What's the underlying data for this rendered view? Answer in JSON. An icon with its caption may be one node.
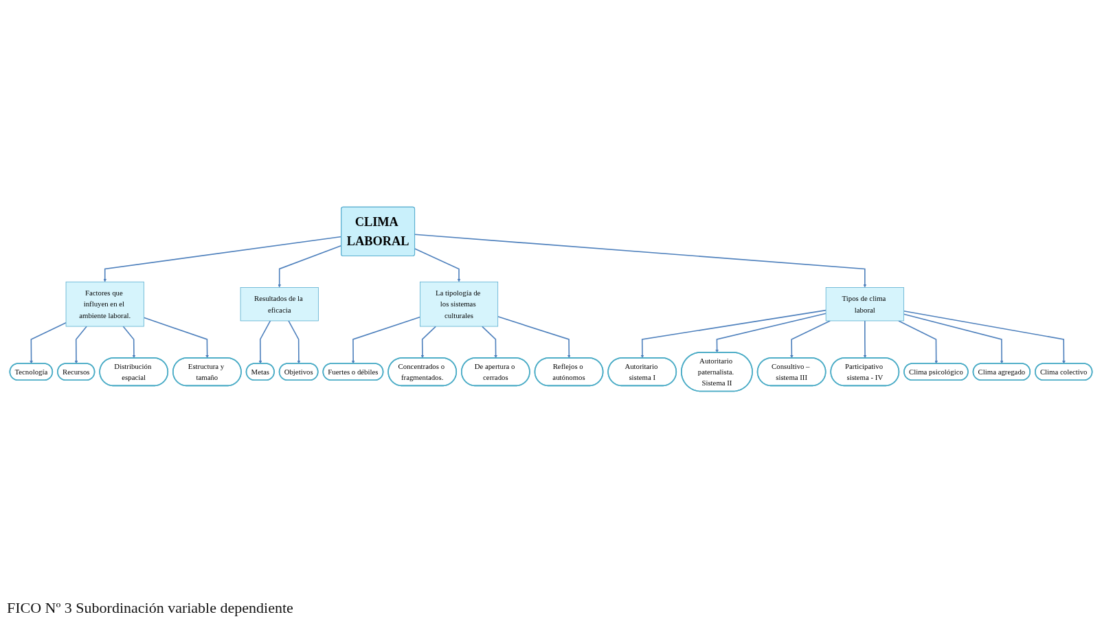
{
  "diagram": {
    "caption": "FICO Nº 3 Subordinación variable dependiente",
    "nodes": [
      {
        "text": [
          "CLIMA LABORAL"
        ]
      },
      {
        "text": [
          "Factores que influyen en el ambiente laboral."
        ]
      },
      {
        "text": [
          "Tecnología"
        ]
      },
      {
        "text": [
          "Recursos"
        ]
      },
      {
        "text": [
          "Distribución espacial"
        ]
      },
      {
        "text": [
          "Estructura y tamaño"
        ]
      },
      {
        "text": [
          "Resultados de la eficacia"
        ]
      },
      {
        "text": [
          "Metas"
        ]
      },
      {
        "text": [
          "Objetivos"
        ]
      },
      {
        "text": [
          "La tipología de los sistemas culturales"
        ]
      },
      {
        "text": [
          "Fuertes o débiles"
        ]
      },
      {
        "text": [
          "Concentrados o fragmentados."
        ]
      },
      {
        "text": [
          "De apertura o cerrados"
        ]
      },
      {
        "text": [
          "Reflejos o autónomos"
        ]
      },
      {
        "text": [
          "Tipos de clima laboral"
        ]
      },
      {
        "text": [
          "Autoritario sistema I"
        ]
      },
      {
        "text": [
          "Autoritario paternalista. Sistema II"
        ]
      },
      {
        "text": [
          "Consultivo – sistema III"
        ]
      },
      {
        "text": [
          "Participativo sistema - IV"
        ]
      },
      {
        "text": [
          "Clima psicológico"
        ]
      },
      {
        "text": [
          "Clima agregado"
        ]
      },
      {
        "text": [
          "Clima colectivo"
        ]
      }
    ],
    "edges": [
      {
        "from": 0,
        "to": 1,
        "arrow": "to"
      },
      {
        "from": 1,
        "to": 2,
        "arrow": "to"
      },
      {
        "from": 1,
        "to": 3,
        "arrow": "to"
      },
      {
        "from": 1,
        "to": 4,
        "arrow": "to"
      },
      {
        "from": 1,
        "to": 5,
        "arrow": "to"
      },
      {
        "from": 0,
        "to": 6,
        "arrow": "to"
      },
      {
        "from": 6,
        "to": 7,
        "arrow": "to"
      },
      {
        "from": 6,
        "to": 8,
        "arrow": "to"
      },
      {
        "from": 0,
        "to": 9,
        "arrow": "to"
      },
      {
        "from": 9,
        "to": 10,
        "arrow": "to"
      },
      {
        "from": 9,
        "to": 11,
        "arrow": "to"
      },
      {
        "from": 9,
        "to": 12,
        "arrow": "to"
      },
      {
        "from": 9,
        "to": 13,
        "arrow": "to"
      },
      {
        "from": 0,
        "to": 14,
        "arrow": "to"
      },
      {
        "from": 14,
        "to": 15,
        "arrow": "to"
      },
      {
        "from": 14,
        "to": 16,
        "arrow": "to"
      },
      {
        "from": 14,
        "to": 17,
        "arrow": "to"
      },
      {
        "from": 14,
        "to": 18,
        "arrow": "to"
      },
      {
        "from": 14,
        "to": 19,
        "arrow": "to"
      },
      {
        "from": 14,
        "to": 20,
        "arrow": "to"
      },
      {
        "from": 14,
        "to": 21,
        "arrow": "to"
      }
    ]
  }
}
